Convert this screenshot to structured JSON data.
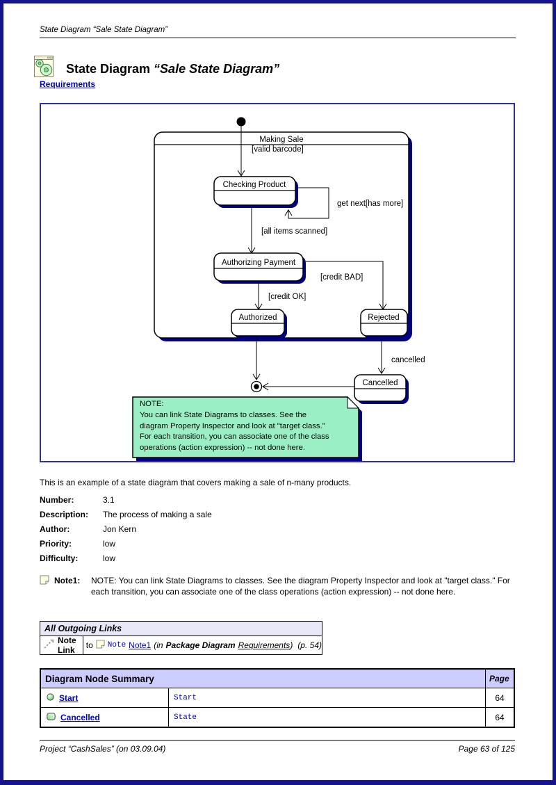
{
  "header": {
    "running_title": "State Diagram “Sale State Diagram”",
    "title_prefix": "State Diagram",
    "title_name": "“Sale State Diagram”",
    "parent_link": "Requirements"
  },
  "diagram": {
    "labels": {
      "composite": "Making Sale",
      "valid_barcode": "[valid barcode]",
      "checking": "Checking Product",
      "get_next": "get next[has more]",
      "all_items": "[all items scanned]",
      "authorizing": "Authorizing Payment",
      "credit_ok": "[credit OK]",
      "credit_bad": "[credit BAD]",
      "authorized": "Authorized",
      "rejected": "Rejected",
      "cancelled_transition": "cancelled",
      "cancelled_state": "Cancelled"
    },
    "note": {
      "lines": [
        "NOTE:",
        "You can link State Diagrams to classes. See the",
        "diagram Property Inspector and look at \"target class.\"",
        "For each transition, you can associate one of the class",
        "operations (action expression) -- not done here."
      ]
    },
    "colors": {
      "shadow_navy": "#000080",
      "note_green": "#9AEFC4"
    }
  },
  "paragraph": "This is an example of a state diagram that covers making a sale of n-many products.",
  "fields": [
    {
      "label": "Number:",
      "value": "3.1"
    },
    {
      "label": "Description:",
      "value": "The process of making a sale"
    },
    {
      "label": "Author:",
      "value": "Jon Kern"
    },
    {
      "label": "Priority:",
      "value": "low"
    },
    {
      "label": "Difficulty:",
      "value": "low"
    }
  ],
  "note1": {
    "label": "Note1:",
    "text": "NOTE:  You can link State Diagrams to classes. See the  diagram Property Inspector and look at \"target class.\" For each transition, you can associate one of the class operations (action expression) -- not done here."
  },
  "outgoing_links": {
    "title": "All Outgoing Links",
    "row": {
      "kind": "Note Link",
      "to_word": "to",
      "type_word": "Note",
      "target": "Note1",
      "paren_in": "(in",
      "container_type": "Package Diagram",
      "container_link": "Requirements",
      "paren_close": ")",
      "page_ref": "(p. 54)"
    }
  },
  "node_summary": {
    "title": "Diagram Node Summary",
    "page_header": "Page",
    "rows": [
      {
        "name": "Start",
        "type": "Start",
        "page": "64"
      },
      {
        "name": "Cancelled",
        "type": "State",
        "page": "64"
      }
    ]
  },
  "footer": {
    "left": "Project “CashSales” (on 03.09.04)",
    "right": "Page 63 of 125"
  },
  "colors": {
    "page_border": "#14148C",
    "diagram_border": "#2B2BB4",
    "link_blue": "#0000CC",
    "summary_header_bg": "#CCCCFF",
    "links_header_bg": "#E8E8F8"
  }
}
